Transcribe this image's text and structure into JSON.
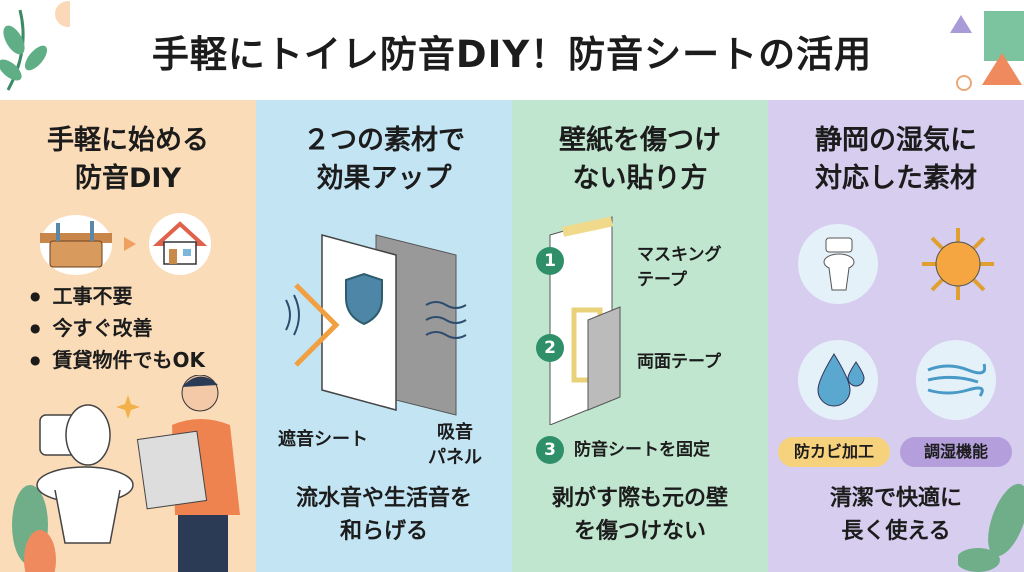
{
  "title": "手軽にトイレ防音DIY！防音シートの活用",
  "panels": [
    {
      "heading": [
        "手軽に始める",
        "防音DIY"
      ],
      "bullets": [
        "工事不要",
        "今すぐ改善",
        "賃貸物件でもOK"
      ],
      "color": "#fbdcb9"
    },
    {
      "heading": [
        "２つの素材で",
        "効果アップ"
      ],
      "labels": [
        "遮音シート",
        "吸音",
        "パネル"
      ],
      "footer": [
        "流水音や生活音を",
        "和らげる"
      ],
      "color": "#c3e4f3"
    },
    {
      "heading": [
        "壁紙を傷つけ",
        "ない貼り方"
      ],
      "steps": [
        {
          "num": "1",
          "text": [
            "マスキング",
            "テープ"
          ]
        },
        {
          "num": "2",
          "text": [
            "両面テープ"
          ]
        },
        {
          "num": "3",
          "text": [
            "防音シートを固定"
          ]
        }
      ],
      "footer": [
        "剥がす際も元の壁",
        "を傷つけない"
      ],
      "color": "#c0e6d0"
    },
    {
      "heading": [
        "静岡の湿気に",
        "対応した素材"
      ],
      "tags": [
        "防カビ加工",
        "調湿機能"
      ],
      "footer": [
        "清潔で快適に",
        "長く使える"
      ],
      "color": "#d6cdef"
    }
  ]
}
